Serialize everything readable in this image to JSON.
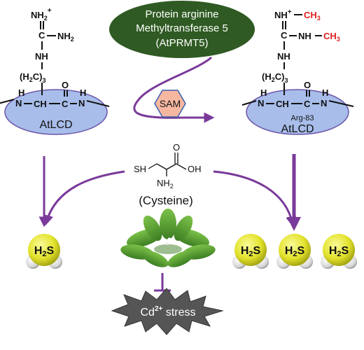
{
  "enzyme": {
    "line1": "Protein arginine",
    "line2": "Methyltransferase 5",
    "line3": "(AtPRMT5)"
  },
  "cofactor": "SAM",
  "left_residue": {
    "nh2_plus": "NH",
    "nh2_plus_sub": "2",
    "charge": "+",
    "c_label": "C",
    "nh2_side": "NH",
    "nh2_side_sub": "2",
    "nh": "NH",
    "chain": "(H",
    "chain_sub": "2",
    "chain_close": "C)",
    "chain_count": "3",
    "backbone_n_left": "N",
    "backbone_h_left": "H",
    "backbone_ch": "CH",
    "backbone_c": "C",
    "backbone_o": "O",
    "backbone_n_right": "N",
    "backbone_h_right": "H",
    "domain_label": "AtLCD"
  },
  "right_residue": {
    "nh_plus": "NH",
    "charge": "+",
    "methyl1": "CH",
    "methyl1_sub": "3",
    "c_label": "C",
    "nh_side": "NH",
    "methyl2": "CH",
    "methyl2_sub": "3",
    "nh": "NH",
    "chain": "(H",
    "chain_sub": "2",
    "chain_close": "C)",
    "chain_count": "3",
    "backbone_n_left": "N",
    "backbone_h_left": "H",
    "backbone_ch": "CH",
    "backbone_c": "C",
    "backbone_o": "O",
    "backbone_n_right": "N",
    "backbone_h_right": "H",
    "position_label": "Arg-83",
    "domain_label": "AtLCD"
  },
  "cysteine": {
    "sh": "SH",
    "oh": "OH",
    "o": "O",
    "nh2": "NH",
    "nh2_sub": "2",
    "name": "(Cysteine)"
  },
  "h2s": {
    "h": "H",
    "sub": "2",
    "s": "S"
  },
  "stress": {
    "prefix": "Cd",
    "sup": "2+",
    "suffix": " stress"
  },
  "colors": {
    "enzyme_fill": "#2f5a23",
    "domain_fill": "#a8bdea",
    "domain_stroke": "#6a55a8",
    "arrow": "#7a3a9a",
    "sam_fill": "#f6b7a0",
    "sam_stroke": "#3a5fb0",
    "h2s_yellow": "#e8e838",
    "stress_star": "#555555",
    "plant_green": "#4f9a2e",
    "methyl_red": "#e02020"
  }
}
